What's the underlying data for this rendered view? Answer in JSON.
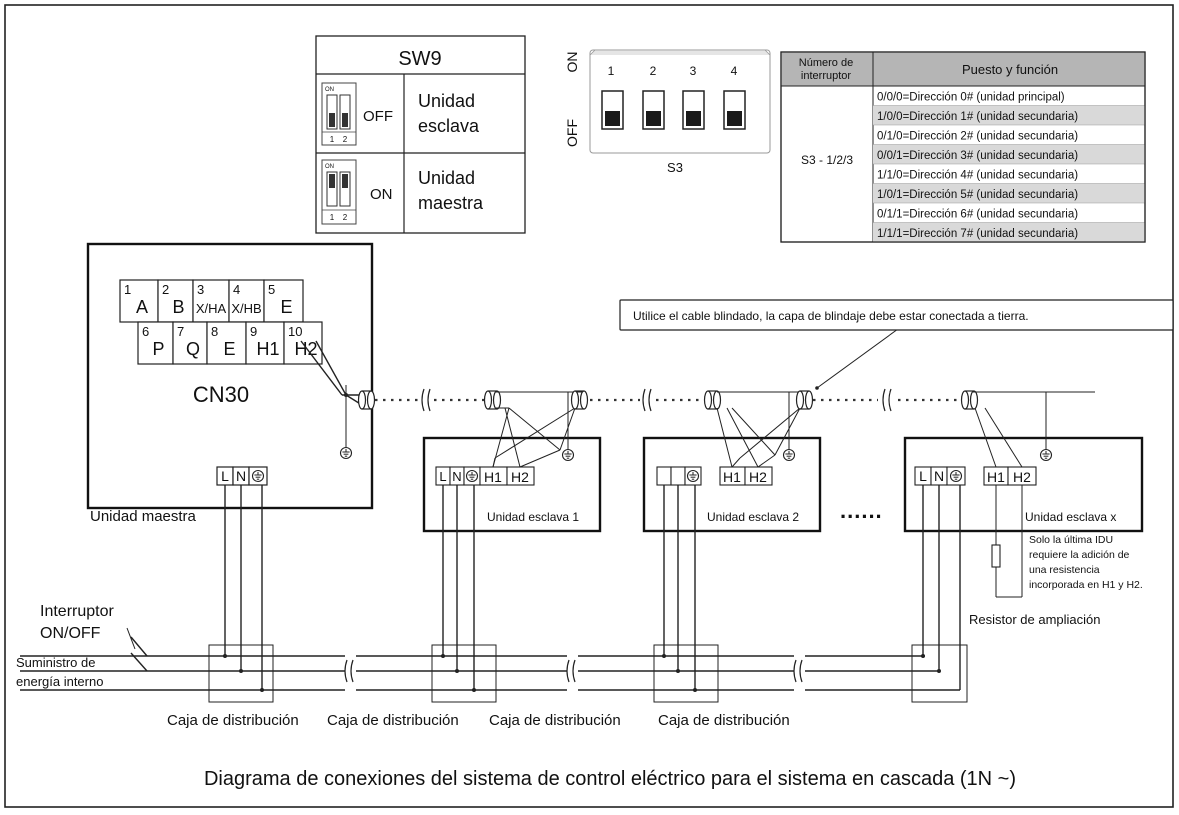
{
  "sw9": {
    "title": "SW9",
    "on_label": "ON",
    "pos_1": "1",
    "pos_2": "2",
    "row1_state": "OFF",
    "row1_line1": "Unidad",
    "row1_line2": "esclava",
    "row2_state": "ON",
    "row2_line1": "Unidad",
    "row2_line2": "maestra"
  },
  "s3": {
    "label": "S3",
    "on": "ON",
    "off": "OFF",
    "switches": [
      "1",
      "2",
      "3",
      "4"
    ]
  },
  "table": {
    "header_col1_line1": "Número de",
    "header_col1_line2": "interruptor",
    "header_col2": "Puesto y función",
    "switch_label": "S3 - 1/2/3",
    "rows": [
      "0/0/0=Dirección 0# (unidad principal)",
      "1/0/0=Dirección 1# (unidad secundaria)",
      "0/1/0=Dirección 2# (unidad secundaria)",
      "0/0/1=Dirección 3# (unidad secundaria)",
      "1/1/0=Dirección 4# (unidad secundaria)",
      "1/0/1=Dirección 5# (unidad secundaria)",
      "0/1/1=Dirección 6# (unidad secundaria)",
      "1/1/1=Dirección 7# (unidad secundaria)"
    ]
  },
  "cn30": {
    "label": "CN30",
    "top": [
      {
        "num": "1",
        "name": "A"
      },
      {
        "num": "2",
        "name": "B"
      },
      {
        "num": "3",
        "name": "X/HA"
      },
      {
        "num": "4",
        "name": "X/HB"
      },
      {
        "num": "5",
        "name": "E"
      }
    ],
    "bottom": [
      {
        "num": "6",
        "name": "P"
      },
      {
        "num": "7",
        "name": "Q"
      },
      {
        "num": "8",
        "name": "E"
      },
      {
        "num": "9",
        "name": "H1"
      },
      {
        "num": "10",
        "name": "H2"
      }
    ]
  },
  "terminals": {
    "l": "L",
    "n": "N",
    "h1": "H1",
    "h2": "H2"
  },
  "callout": "Utilice el cable blindado, la capa de blindaje debe estar conectada a tierra.",
  "units": {
    "master": "Unidad maestra",
    "slave1": "Unidad esclava 1",
    "slave2": "Unidad esclava 2",
    "slavex": "Unidad esclava x",
    "ellipsis": "......"
  },
  "note": {
    "line1": "Solo la última IDU",
    "line2": "requiere la adición de",
    "line3": "una resistencia",
    "line4": "incorporada en H1 y H2."
  },
  "resistor_label": "Resistor de ampliación",
  "switch_label_line1": "Interruptor",
  "switch_label_line2": "ON/OFF",
  "supply_line1": "Suministro de",
  "supply_line2": "energía interno",
  "distribution_boxes": [
    "Caja de distribución",
    "Caja de distribución",
    "Caja de distribución",
    "Caja de distribución"
  ],
  "caption": "Diagrama de conexiones del sistema de control eléctrico para el sistema en cascada (1N ~)"
}
